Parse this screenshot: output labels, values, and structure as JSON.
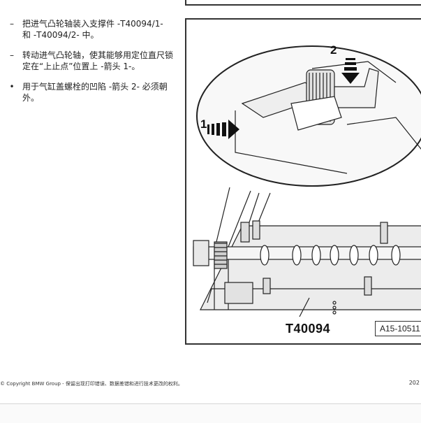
{
  "instructions": [
    {
      "marker": "–",
      "text": "把进气凸轮轴装入支撑件 -T40094/1- 和 -T40094/2- 中。"
    },
    {
      "marker": "–",
      "text": "转动进气凸轮轴，使其能够用定位直尺锁定在“上止点”位置上 -箭头 1-。"
    },
    {
      "marker": "•",
      "text": "用于气缸盖螺栓的凹陷 -箭头 2- 必须朝外。"
    }
  ],
  "figure": {
    "tool_label": "T40094",
    "figure_id": "A15-10511",
    "arrow_1": "1",
    "arrow_2": "2"
  },
  "footer": {
    "copyright": "© Copyright BMW Group - 保留出现打印错误、数据差错和进行技术更改的权利。",
    "page_number": "202"
  }
}
